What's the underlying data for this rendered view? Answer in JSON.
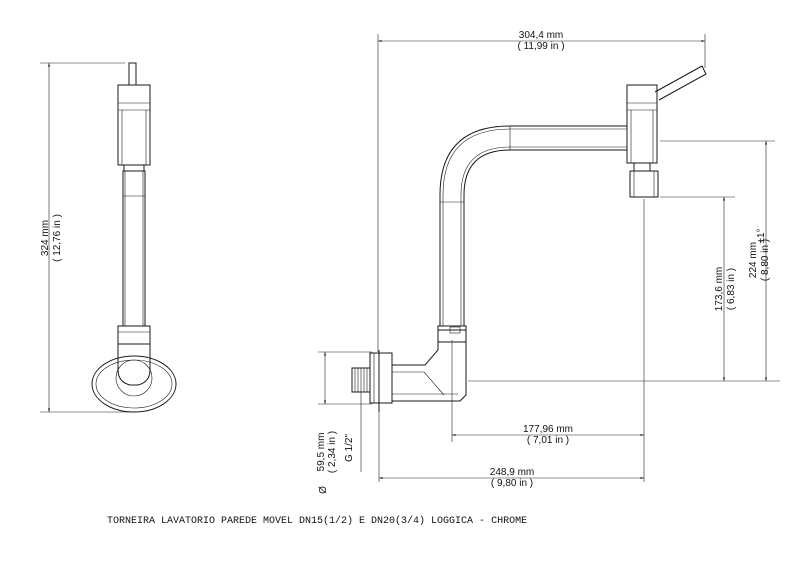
{
  "dimensions": {
    "width_total": {
      "mm": "304,4 mm",
      "inch": "( 11,99 in )"
    },
    "height_side": {
      "mm": "324 mm",
      "inch": "( 12,76 in )"
    },
    "spout_height": {
      "mm": "173,6 mm",
      "inch": "( 6,83 in )"
    },
    "total_height": {
      "mm": "224 mm",
      "inch": "( 8,80 in )",
      "tolerance": "±1°"
    },
    "flange_diameter": {
      "symbol": "Ø",
      "mm": "59,5 mm",
      "inch": "( 2,34 in )"
    },
    "thread": "G 1/2\"",
    "projection_spout": {
      "mm": "177,96 mm",
      "inch": "( 7,01 in )"
    },
    "projection_total": {
      "mm": "248,9 mm",
      "inch": "( 9,80 in )"
    }
  },
  "caption": "TORNEIRA LAVATORIO PAREDE MOVEL DN15(1/2) E DN20(3/4) LOGGICA - CHROME"
}
